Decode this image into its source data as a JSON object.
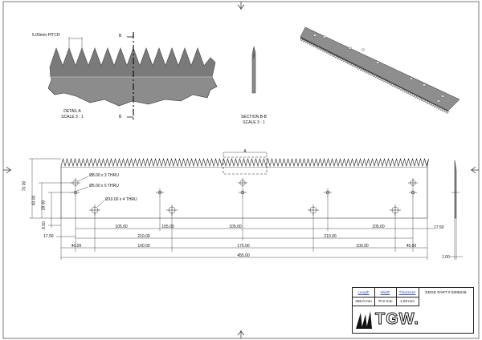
{
  "detail_a": {
    "pitch_label": "5.00mm PITCH",
    "section_marker": "B",
    "caption": "DETAIL  A",
    "scale": "SCALE 3 : 1"
  },
  "section_bb": {
    "caption": "SECTION B-B",
    "scale": "SCALE 3 : 1"
  },
  "main_view": {
    "detail_marker": "A",
    "callouts": [
      "Ø8.00 x 3 THRU",
      "Ø5.00 x 5 THRU",
      "Ø10.00 x 4 THRU"
    ],
    "vertical_dims": [
      "70.00",
      "40.00",
      "28.00",
      "8.50"
    ],
    "row1_dims": [
      "105.00",
      "105.00",
      "105.00",
      "105.00"
    ],
    "row1_end_dims": [
      "17.50",
      "17.50"
    ],
    "row2_dims": [
      "210.00",
      "210.00"
    ],
    "row3_dims": [
      "40.00",
      "100.00",
      "175.00",
      "100.00",
      "40.00"
    ],
    "overall_dim": "455.00",
    "thickness_dim": "1.00"
  },
  "title_block": {
    "headers": [
      "Length",
      "Width",
      "Thickness"
    ],
    "values": [
      "455.0 mm",
      "70.0 mm",
      "1.00 mm"
    ],
    "part_number": "EDGE PART # 5008246",
    "logo_text": "TGW."
  },
  "colors": {
    "line": "#1a1a1a",
    "blade_fill": "#8c8c8c",
    "blade_dark": "#5a5a5a",
    "header_blue": "#3a4fb0"
  }
}
